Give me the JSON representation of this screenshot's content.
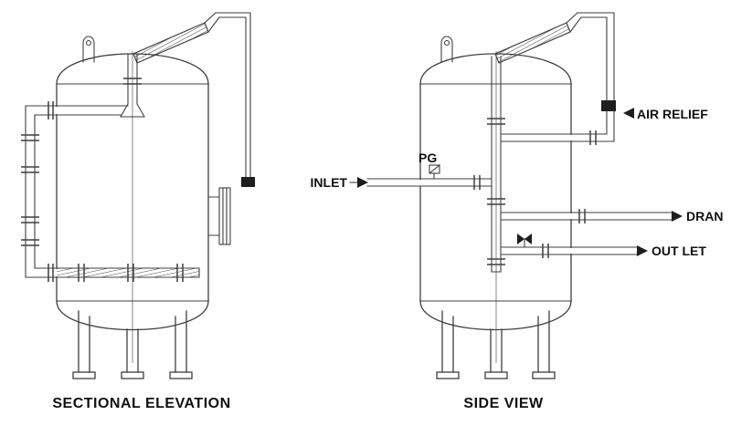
{
  "canvas": {
    "background": "#ffffff",
    "line_color": "#3f3f3f",
    "text_color": "#111111",
    "fitting_color": "#1e1e1e"
  },
  "titles": {
    "left_view": "SECTIONAL ELEVATION",
    "right_view": "SIDE VIEW"
  },
  "labels": {
    "air_relief": "AIR RELIEF",
    "pressure_gauge": "PG",
    "inlet": "INLET",
    "drain": "DRAN",
    "outlet": "OUT LET"
  }
}
